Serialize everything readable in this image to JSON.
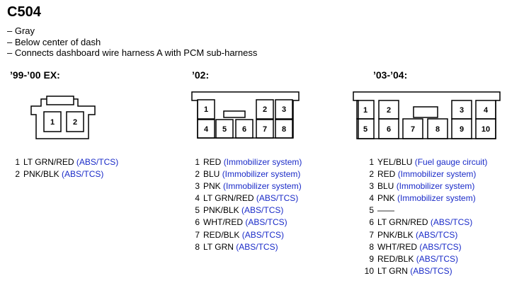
{
  "title": "C504",
  "notes": [
    "– Gray",
    "– Below center of dash",
    "– Connects dashboard wire harness A with PCM sub-harness"
  ],
  "colors": {
    "circuit_text": "#1a2bc8",
    "outline": "#000000"
  },
  "connectors": [
    {
      "heading": "’99-’00 EX:",
      "pins": [
        {
          "num": "1",
          "wire": "LT GRN/RED",
          "circuit": "(ABS/TCS)"
        },
        {
          "num": "2",
          "wire": "PNK/BLK",
          "circuit": "(ABS/TCS)"
        }
      ]
    },
    {
      "heading": "’02:",
      "pins": [
        {
          "num": "1",
          "wire": "RED",
          "circuit": "(Immobilizer system)"
        },
        {
          "num": "2",
          "wire": "BLU",
          "circuit": "(Immobilizer system)"
        },
        {
          "num": "3",
          "wire": "PNK",
          "circuit": "(Immobilizer system)"
        },
        {
          "num": "4",
          "wire": "LT GRN/RED",
          "circuit": "(ABS/TCS)"
        },
        {
          "num": "5",
          "wire": "PNK/BLK",
          "circuit": "(ABS/TCS)"
        },
        {
          "num": "6",
          "wire": "WHT/RED",
          "circuit": "(ABS/TCS)"
        },
        {
          "num": "7",
          "wire": "RED/BLK",
          "circuit": "(ABS/TCS)"
        },
        {
          "num": "8",
          "wire": "LT GRN",
          "circuit": "(ABS/TCS)"
        }
      ]
    },
    {
      "heading": "’03-’04:",
      "pins": [
        {
          "num": "1",
          "wire": "YEL/BLU",
          "circuit": "(Fuel gauge circuit)"
        },
        {
          "num": "2",
          "wire": "RED",
          "circuit": "(Immobilizer system)"
        },
        {
          "num": "3",
          "wire": "BLU",
          "circuit": "(Immobilizer system)"
        },
        {
          "num": "4",
          "wire": "PNK",
          "circuit": "(Immobilizer system)"
        },
        {
          "num": "5",
          "wire": "——",
          "circuit": ""
        },
        {
          "num": "6",
          "wire": "LT GRN/RED",
          "circuit": "(ABS/TCS)"
        },
        {
          "num": "7",
          "wire": "PNK/BLK",
          "circuit": "(ABS/TCS)"
        },
        {
          "num": "8",
          "wire": "WHT/RED",
          "circuit": "(ABS/TCS)"
        },
        {
          "num": "9",
          "wire": "RED/BLK",
          "circuit": "(ABS/TCS)"
        },
        {
          "num": "10",
          "wire": "LT GRN",
          "circuit": "(ABS/TCS)"
        }
      ]
    }
  ]
}
